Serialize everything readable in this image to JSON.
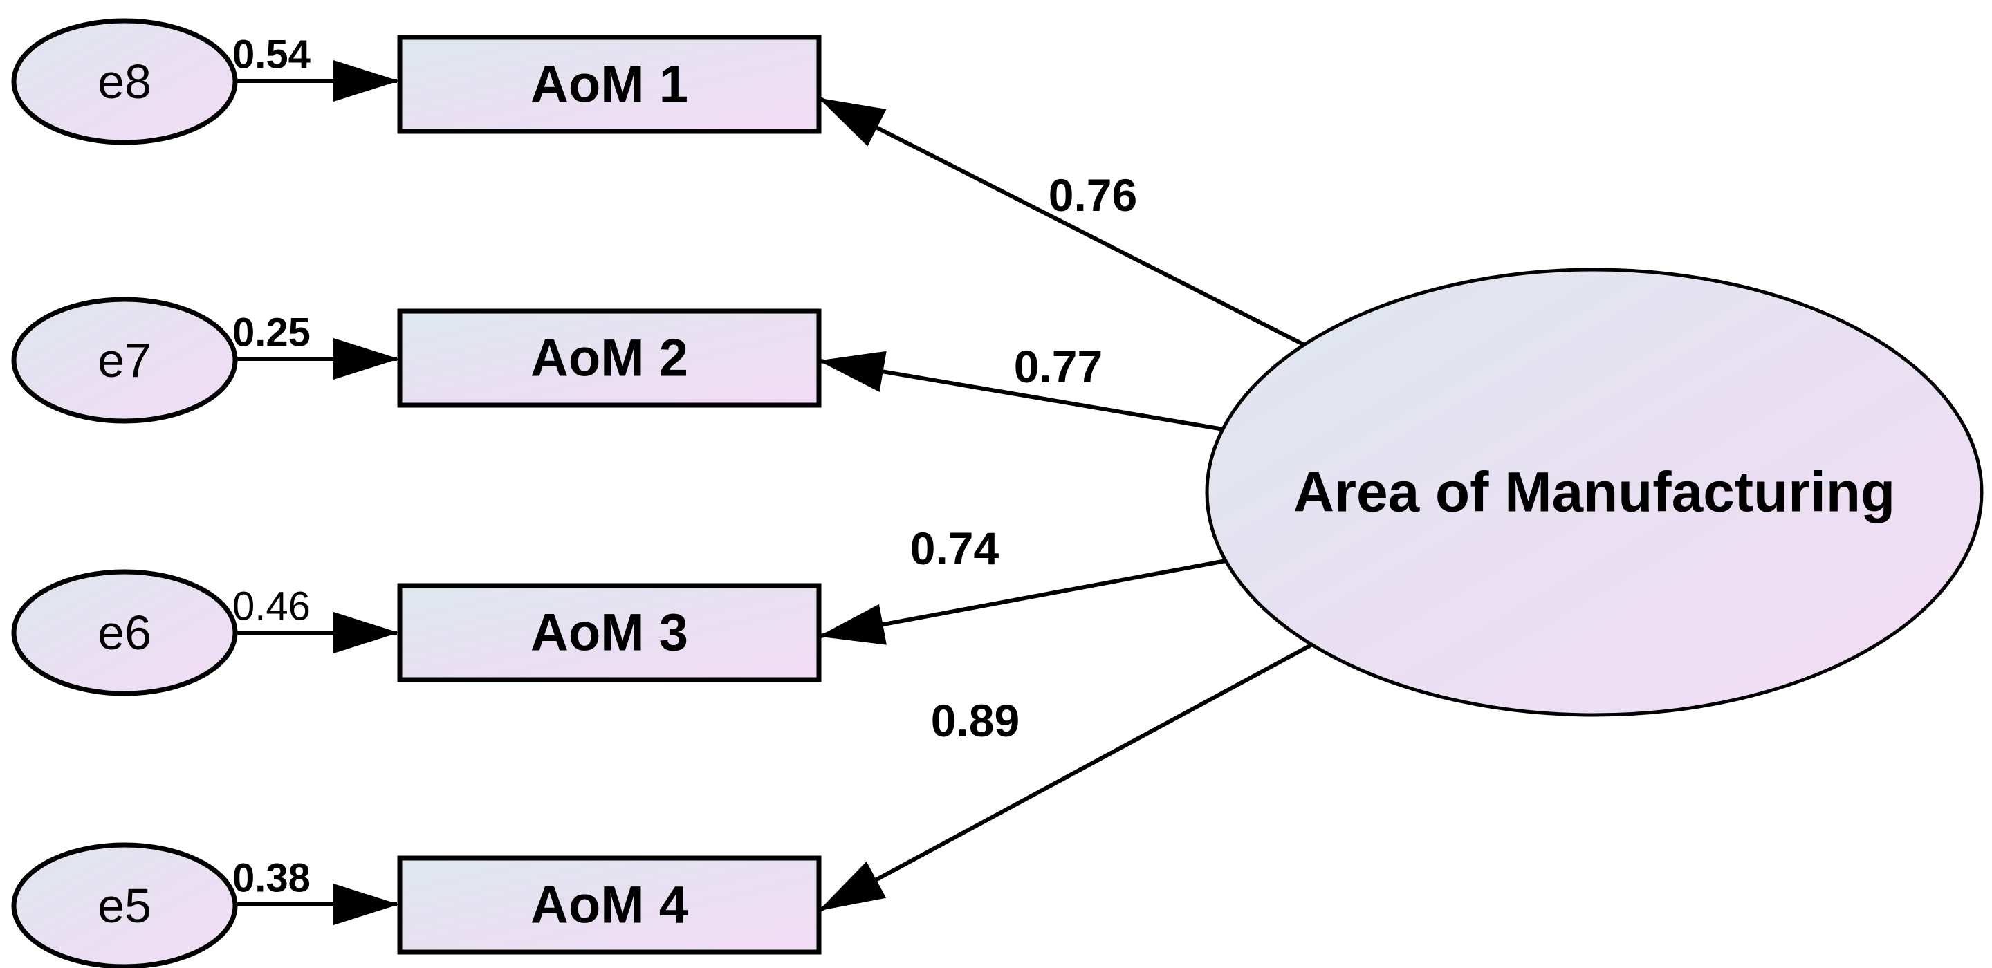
{
  "diagram": {
    "type": "sem-path-diagram",
    "latent": {
      "label": "Area of Manufacturing"
    },
    "indicators": [
      {
        "label": "AoM 1",
        "loading": "0.76",
        "error_label": "e8",
        "error_value": "0.54"
      },
      {
        "label": "AoM 2",
        "loading": "0.77",
        "error_label": "e7",
        "error_value": "0.25"
      },
      {
        "label": "AoM 3",
        "loading": "0.74",
        "error_label": "e6",
        "error_value": "0.46"
      },
      {
        "label": "AoM 4",
        "loading": "0.89",
        "error_label": "e5",
        "error_value": "0.38"
      }
    ],
    "colors": {
      "gradient_start": "#dde7ee",
      "gradient_mid": "#e8e0f1",
      "gradient_end": "#f3dcf6",
      "stroke": "#000000",
      "background": "#ffffff"
    }
  }
}
